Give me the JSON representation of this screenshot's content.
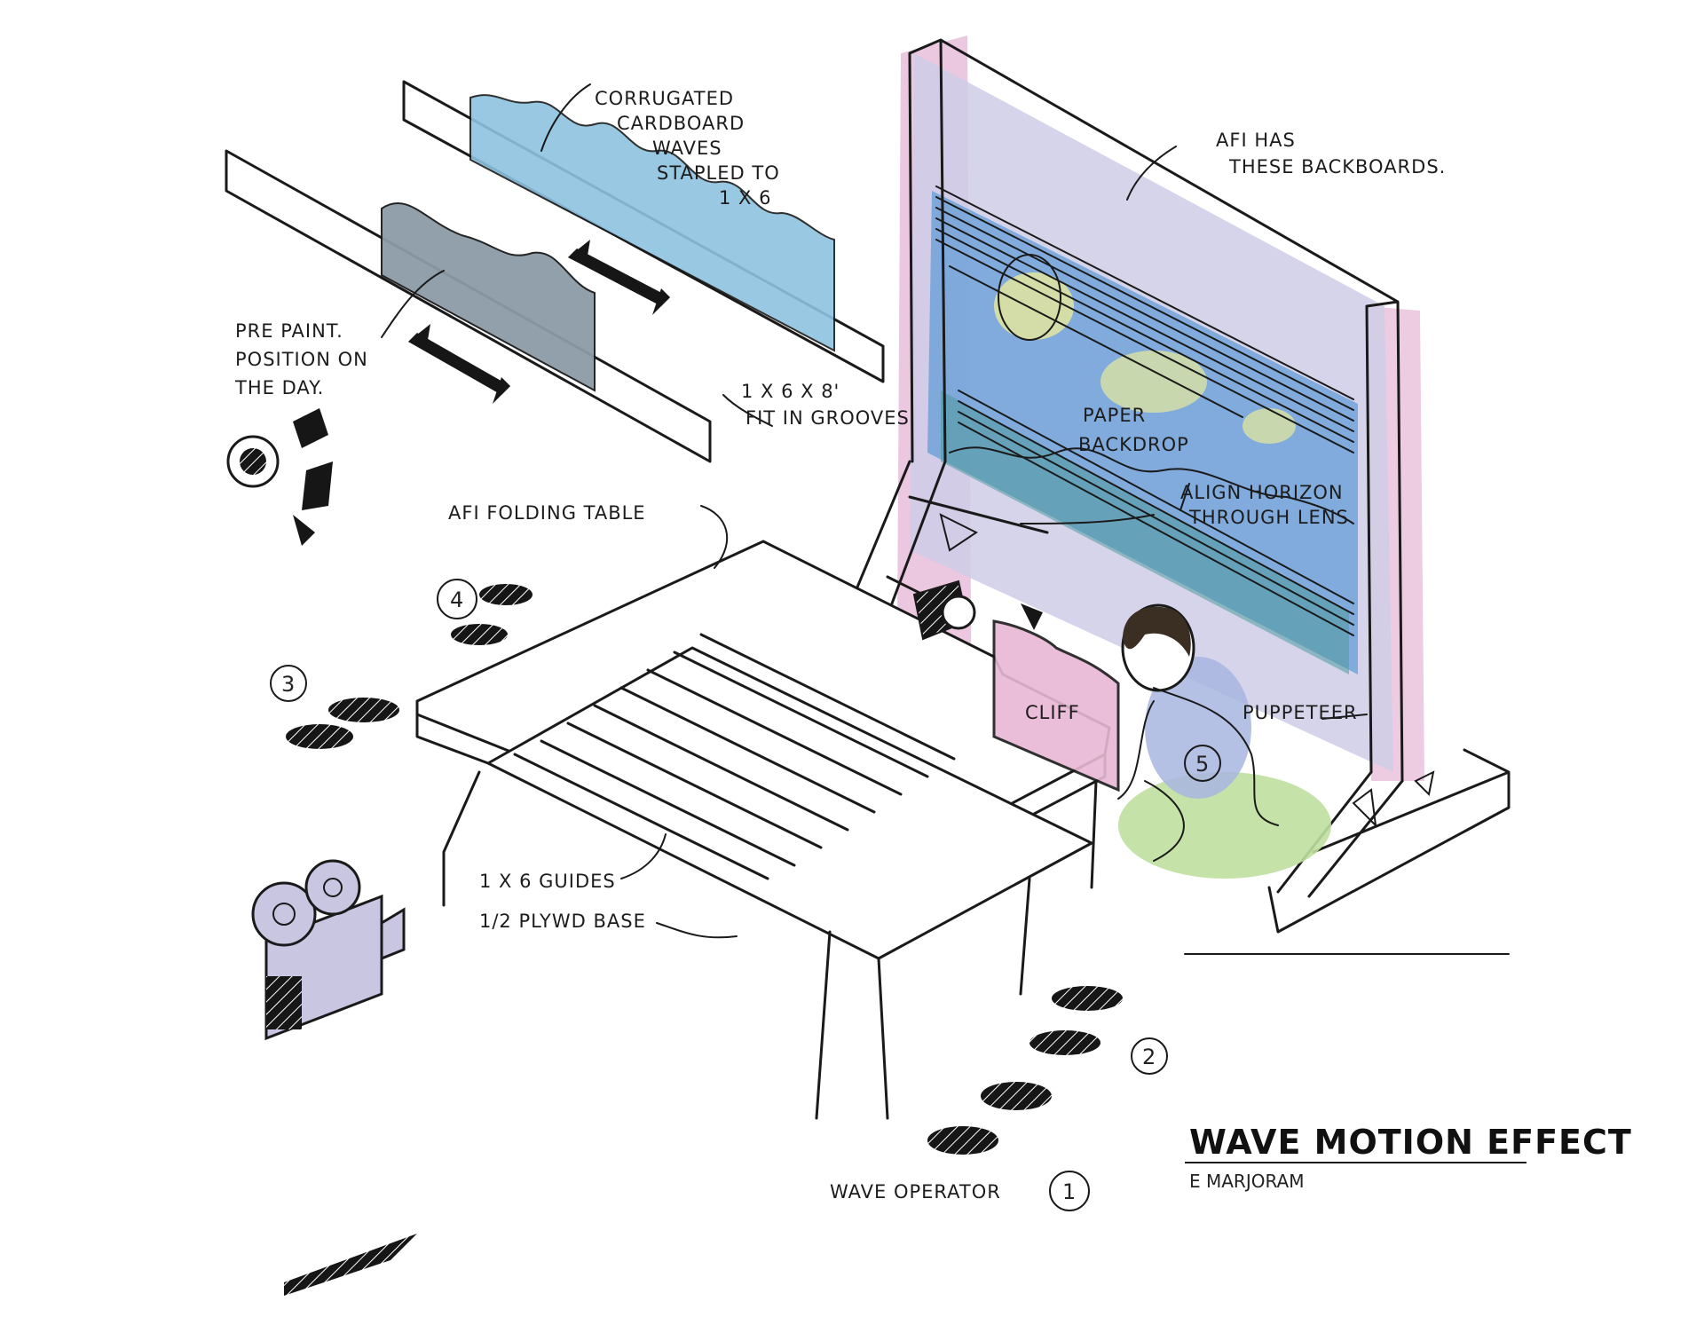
{
  "title": "WAVE MOTION EFFECT",
  "author": "E MARJORAM",
  "labels": {
    "corrugated": [
      "CORRUGATED",
      "CARDBOARD",
      "WAVES",
      "STAPLED TO",
      "1 x 6"
    ],
    "backboards": [
      "AFI HAS",
      "THESE BACKBOARDS."
    ],
    "prepaint": [
      "PRE PAINT.",
      "POSITION ON",
      "THE DAY."
    ],
    "board_spec": [
      "1 x 6 x 8'",
      "FIT IN GROOVES"
    ],
    "folding_table": "AFI FOLDING TABLE",
    "paper_backdrop": [
      "PAPER",
      "BACKDROP"
    ],
    "align_horizon": [
      "ALIGN HORIZON",
      "THROUGH LENS"
    ],
    "cliff": "CLIFF",
    "puppeteer": "PUPPETEER",
    "guides": "1 x 6 GUIDES",
    "plywood": "1/2 PLYWD BASE",
    "wave_operator": "WAVE OPERATOR"
  },
  "numbers": [
    "1",
    "2",
    "3",
    "4",
    "5"
  ],
  "colors": {
    "waves_light": "#8ec3df",
    "waves_dark": "#8c9ba6",
    "backboard": "#cfcde6",
    "backboard_pink": "#e6b6d6",
    "sky": "#6aa0d8",
    "green": "#bfe0a0",
    "yellow": "#e8ea9a",
    "camera": "#c9c6e2",
    "ink": "#1a1a1a"
  },
  "icons": [
    "movie-camera-icon",
    "spotlight-icon",
    "footprint-icon",
    "arrow-icon"
  ]
}
